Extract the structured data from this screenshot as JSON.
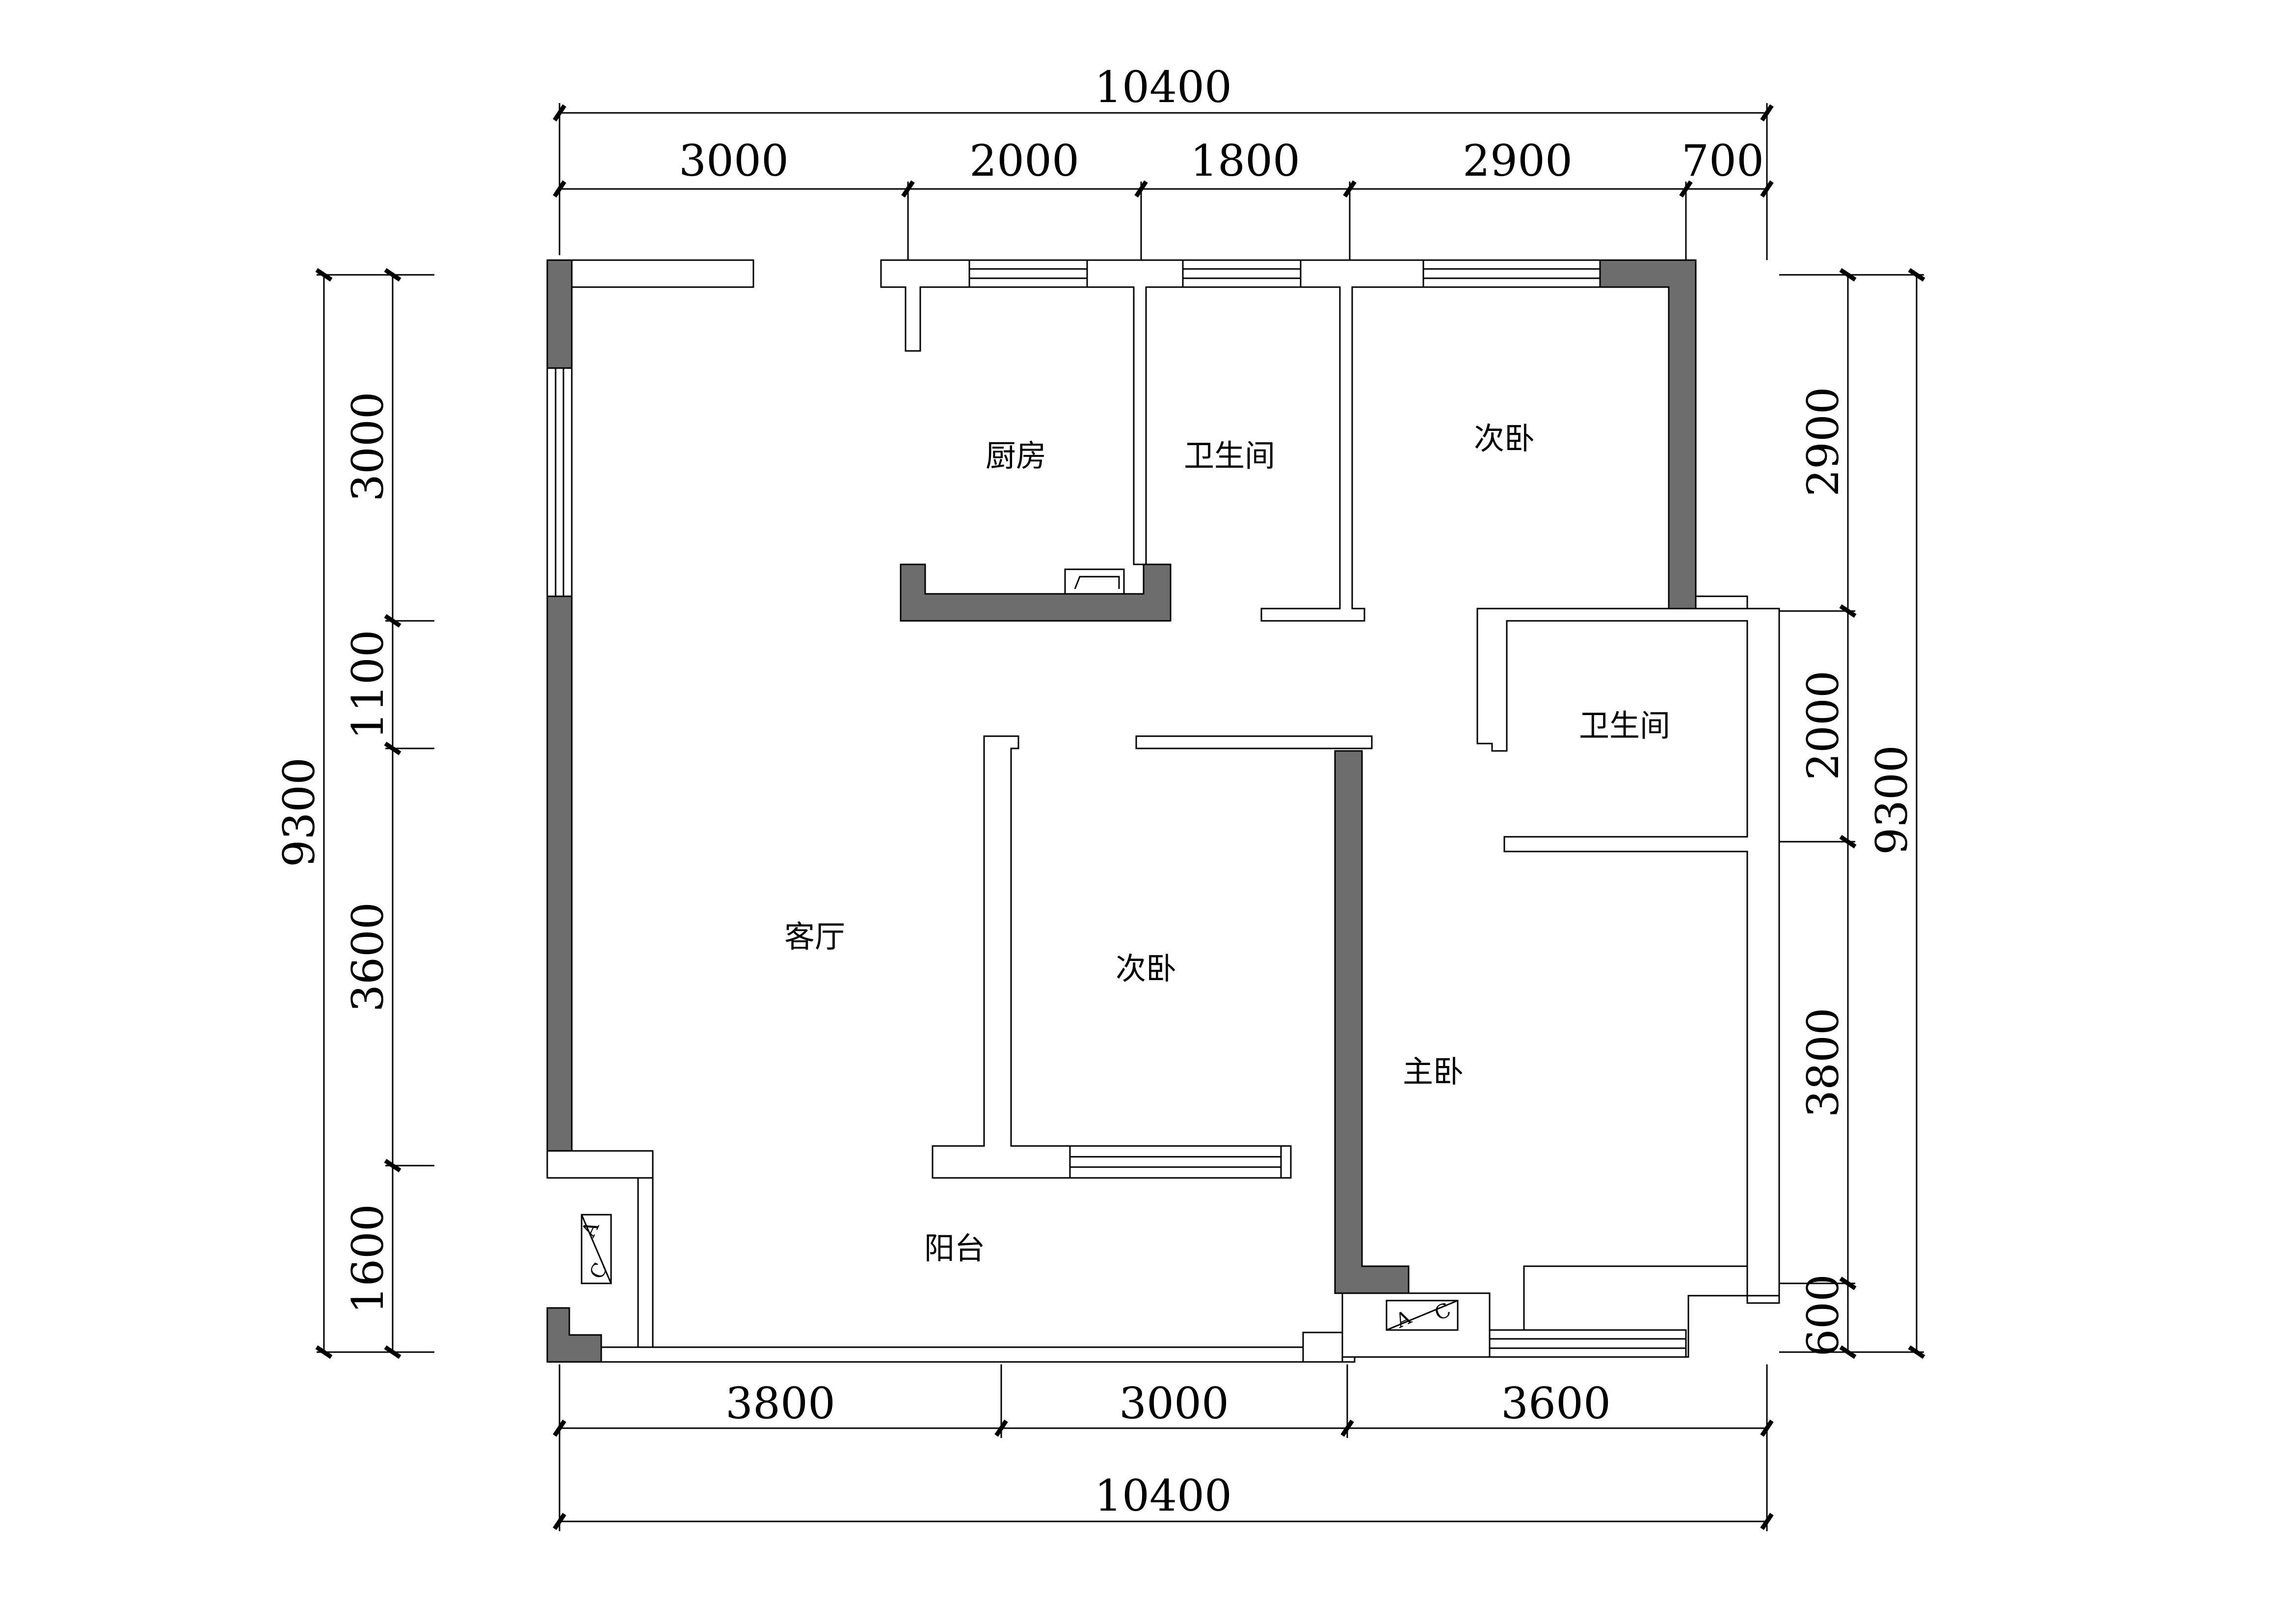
{
  "dimensions": {
    "top_total": "10400",
    "top": [
      "3000",
      "2000",
      "1800",
      "2900",
      "700"
    ],
    "bottom": [
      "3800",
      "3000",
      "3600"
    ],
    "bottom_total": "10400",
    "left_total": "9300",
    "left": [
      "3000",
      "1100",
      "3600",
      "1600"
    ],
    "right": [
      "2900",
      "2000",
      "3800",
      "600"
    ],
    "right_total": "9300"
  },
  "rooms": {
    "kitchen": "厨房",
    "bathroom_north": "卫生间",
    "bedroom_northeast": "次卧",
    "bathroom_east": "卫生间",
    "living_room": "客厅",
    "bedroom_middle": "次卧",
    "master_bedroom": "主卧",
    "balcony": "阳台"
  },
  "ac_units": {
    "left_a": "A",
    "left_c": "C",
    "right_a": "A",
    "right_c": "C"
  },
  "colors": {
    "load_bearing_wall": "#6d6d6d",
    "line": "#000000",
    "background": "#ffffff"
  }
}
